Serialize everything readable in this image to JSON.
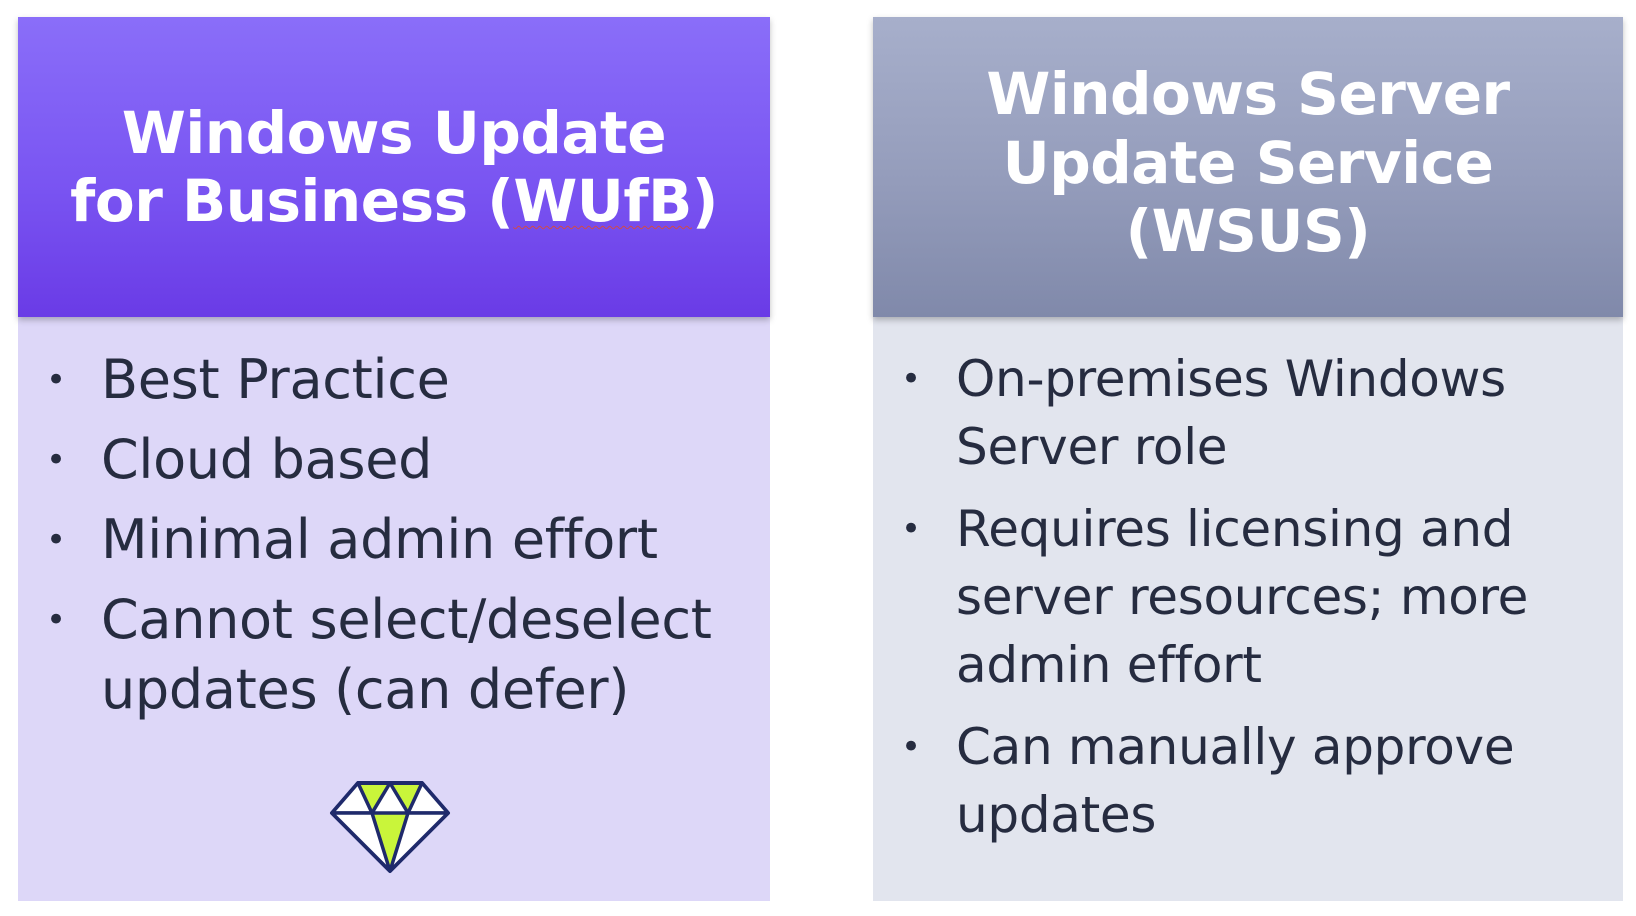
{
  "left_panel": {
    "title_line1": "Windows Update",
    "title_line2_prefix": "for Business (",
    "title_line2_flagged": "WUfB",
    "title_line2_suffix": ")",
    "bullets": [
      "Best Practice",
      "Cloud based",
      "Minimal admin effort",
      "Cannot select/deselect updates (can defer)"
    ],
    "icon": "diamond-icon",
    "colors": {
      "header": "#7a55f2",
      "body": "#ddd7f8",
      "icon_fill": "#c9f53a",
      "icon_stroke": "#1f2a6b"
    }
  },
  "right_panel": {
    "title_line1": "Windows Server",
    "title_line2": "Update Service",
    "title_line3": "(WSUS)",
    "bullets": [
      "On-premises Windows Server role",
      "Requires licensing and server resources; more admin effort",
      "Can manually approve updates"
    ],
    "colors": {
      "header": "#949cbb",
      "body": "#e2e5ee"
    }
  },
  "bullet_glyph": "•"
}
